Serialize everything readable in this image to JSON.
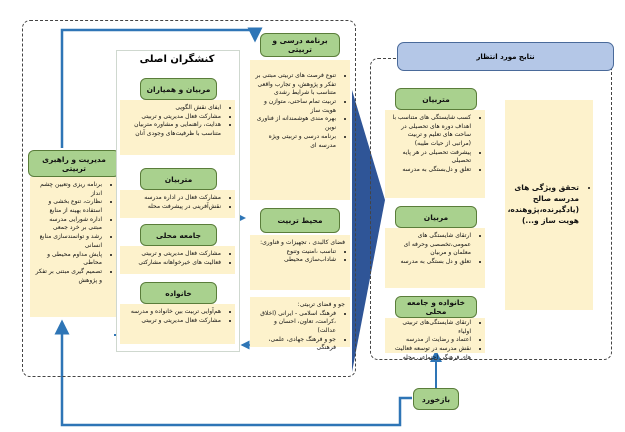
{
  "management": {
    "title": "مدیریت و راهبری تربیتی",
    "items": [
      "برنامه ریزی وتعیین چشم انداز",
      "نظارت، تنوع بخشی و استفاده بهینه از منابع",
      "اداره شورایی مدرسه مبتنی بر خرد جمعی",
      "رشد و توانمندسازی منابع انسانی",
      "پایش مداوم محیطی و محاطی",
      "تصمیم گیری مبتنی بر تفکر و پژوهش"
    ]
  },
  "actors": {
    "title": "کنشگران اصلی",
    "groups": [
      {
        "title": "مربیان و همیاران",
        "items": [
          "ایفای نقش الگویی",
          "مشارکت فعال مدیریتی و تربیتی",
          "هدایت، راهنمایی و مشاوره متربیان متناسب با ظرفیت‌های وجودی آنان"
        ]
      },
      {
        "title": "متربیان",
        "items": [
          "مشارکت فعال در اداره مدرسه",
          "نقش‌آفرینی در پیشرفت محله"
        ]
      },
      {
        "title": "جامعه محلی",
        "items": [
          "مشارکت فعال مدیریتی و تربیتی",
          "فعالیت های خیرخواهانه مشارکتی"
        ]
      },
      {
        "title": "خانواده",
        "items": [
          "هم‌آوایی تربیت بین خانواده و مدرسه",
          "مشارکت فعال مدیریتی و تربیتی"
        ]
      }
    ]
  },
  "curriculum": {
    "title": "برنامه درسی و تربیتی",
    "items": [
      "تنوع فرصت های تربیتی مبتنی بر تفکر و پژوهش، و تجارب واقعی متناسب با شرایط رشدی",
      "تربیت تمام ساحتی، متوازن و هویت ساز",
      "بهره مندی هوشمندانه از فناوری نوین",
      "برنامه درسی و تربیتی ویژه مدرسه ای"
    ]
  },
  "environment": {
    "title": "محیط تربیت",
    "physical": {
      "intro": "فضای کالبدی ، تجهیزات و فناوری:",
      "items": [
        "تناسب ،امنیت وتنوع",
        "شاداب‌سازی محیطی"
      ]
    },
    "climate": {
      "intro": "جو و فضای تربیتی:",
      "items": [
        "فرهنگ اسلامی - ایرانی (اخلاق ،کرامت، تعاون، احسان و عدالت)",
        "جو و فرهنگ جهادی، علمی، فرهنگی"
      ]
    }
  },
  "outcomes": {
    "title": "نتایج مورد انتظار",
    "groups": [
      {
        "title": "متربیان",
        "items": [
          "کسب شایستگی های متناسب با اهداف دوره های تحصیلی در ساحت های تعلیم و تربیت (مراتبی از حیات طیبه)",
          "پیشرفت تحصیلی در هر پایه تحصیلی",
          "تعلق و دل‌بستگی به مدرسه"
        ]
      },
      {
        "title": "مربیان",
        "items": [
          "ارتقای شایستگی های عمومی،تخصصی وحرفه ای معلمان و مربیان",
          "تعلق و دل بستگی به مدرسه"
        ]
      },
      {
        "title": "خانواده و جامعه محلی",
        "items": [
          "ارتقای شایستگی‌های تربیتی اولیاء",
          "اعتماد و رضایت از مدرسه",
          "نقش مدرسه در توسعه فعالیت های فرهنگی اجتماعی محله"
        ]
      }
    ],
    "final": "تحقق ویژگی های مدرسه صالح (یادگیرنده،پژوهنده، هویت ساز و...)"
  },
  "feedback": {
    "title": "بازخورد"
  },
  "colors": {
    "header_green": "#a9d18e",
    "content_cream": "#fdf2cc",
    "arrow_blue": "#2e75b6",
    "outcome_header": "#b4c7e7"
  }
}
